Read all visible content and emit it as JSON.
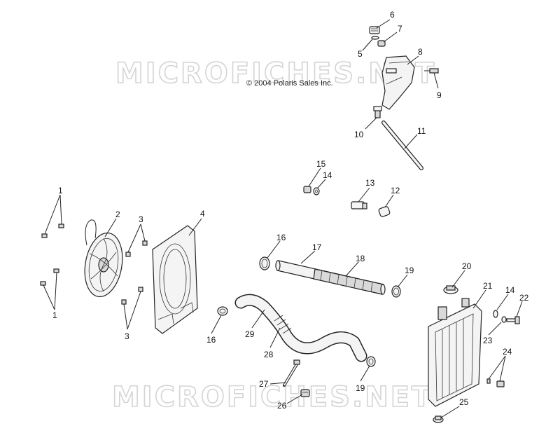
{
  "watermark_top": "MICROFICHES.NET",
  "watermark_bottom": "MICROFICHES.NET",
  "copyright": "© 2004 Polaris Sales Inc.",
  "callouts": {
    "c1a": "1",
    "c1b": "1",
    "c2": "2",
    "c3a": "3",
    "c3b": "3",
    "c4": "4",
    "c5": "5",
    "c6": "6",
    "c7": "7",
    "c8": "8",
    "c9": "9",
    "c10": "10",
    "c11": "11",
    "c12": "12",
    "c13": "13",
    "c14a": "14",
    "c14b": "14",
    "c15": "15",
    "c16a": "16",
    "c16b": "16",
    "c17": "17",
    "c18": "18",
    "c19a": "19",
    "c19b": "19",
    "c20": "20",
    "c21": "21",
    "c22": "22",
    "c23": "23",
    "c24": "24",
    "c25": "25",
    "c26": "26",
    "c27": "27",
    "c28": "28",
    "c29": "29"
  }
}
